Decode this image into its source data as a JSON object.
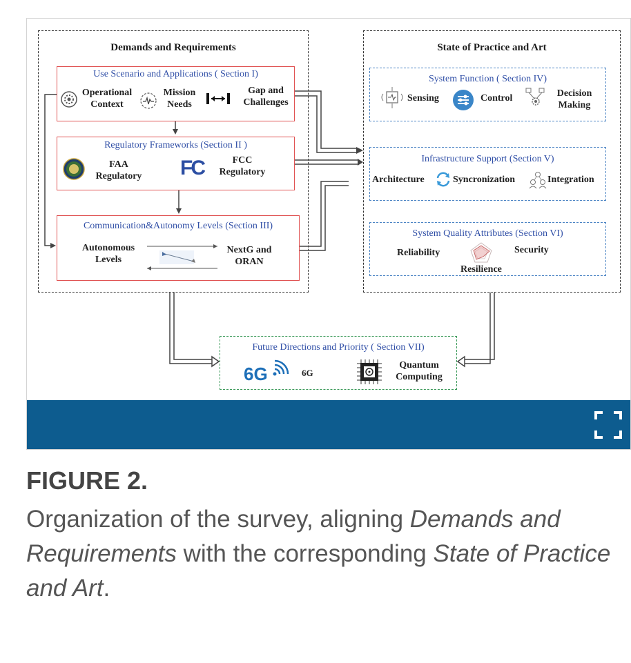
{
  "diagram": {
    "left_panel_title": "Demands and Requirements",
    "right_panel_title": "State of Practice and Art",
    "use_scenario": {
      "title": "Use Scenario and Applications ( Section I)",
      "item1_line1": "Operational",
      "item1_line2": "Context",
      "item2_line1": "Mission",
      "item2_line2": "Needs",
      "item3_line1": "Gap and",
      "item3_line2": "Challenges"
    },
    "regulatory": {
      "title": "Regulatory Frameworks (Section II )",
      "faa_line1": "FAA",
      "faa_line2": "Regulatory",
      "fcc_logo": "FC",
      "fcc_line1": "FCC",
      "fcc_line2": "Regulatory"
    },
    "comm_autonomy": {
      "title": "Communication&Autonomy  Levels (Section III)",
      "left_line1": "Autonomous",
      "left_line2": "Levels",
      "right_line1": "NextG and",
      "right_line2": "ORAN"
    },
    "system_function": {
      "title": "System Function ( Section IV)",
      "sensing": "Sensing",
      "control": "Control",
      "decision_line1": "Decision",
      "decision_line2": "Making"
    },
    "infrastructure": {
      "title": "Infrastructure Support (Section V)",
      "architecture": "Architecture",
      "sync": "Syncronization",
      "integration": "Integration"
    },
    "quality": {
      "title": "System Quality Attributes  (Section VI)",
      "reliability": "Reliability",
      "security": "Security",
      "resilience": "Resilience"
    },
    "future": {
      "title": "Future  Directions and Priority ( Section VII)",
      "logo_6g": "6G",
      "label_6g": "6G",
      "quantum_line1": "Quantum",
      "quantum_line2": "Computing"
    }
  },
  "caption": {
    "heading": "FIGURE 2.",
    "part1": "Organization of the survey, aligning ",
    "italic1": "Demands and Requirements",
    "part2": " with the corresponding ",
    "italic2": "State of Practice and Art",
    "part3": "."
  },
  "colors": {
    "bottom_bar": "#0d5c8f",
    "red_border": "#e05252",
    "blue_dash": "#4b84c4",
    "green_dash": "#3c9a5a",
    "section_title": "#2f4ea6"
  },
  "icons": [
    "gear-cycle-icon",
    "waveform-circle-icon",
    "gap-arrows-icon",
    "faa-seal-icon",
    "fcc-logo",
    "drone-icon",
    "sensor-chip-icon",
    "sliders-control-icon",
    "decision-network-icon",
    "sync-arrows-icon",
    "people-network-icon",
    "radar-chart-icon",
    "wifi-signal-icon",
    "quantum-chip-icon",
    "expand-icon"
  ]
}
